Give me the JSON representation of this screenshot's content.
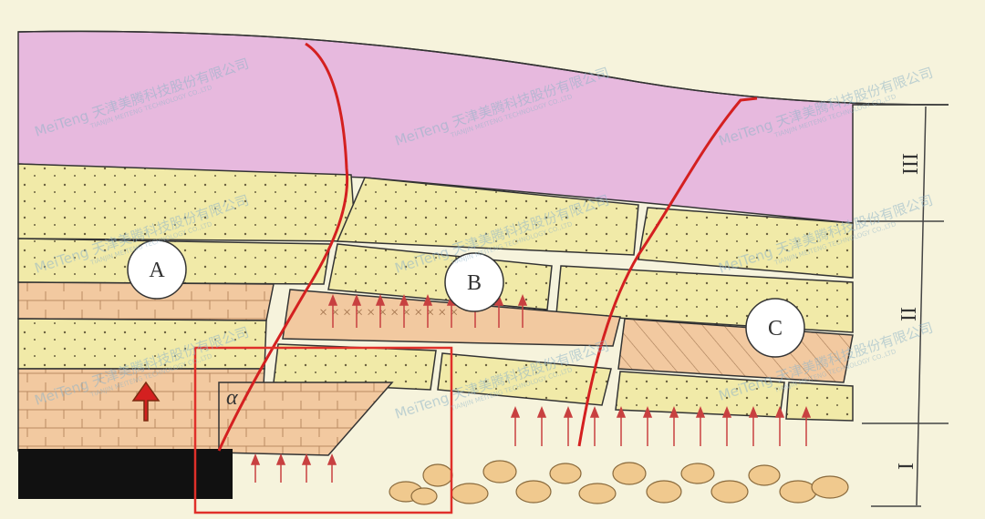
{
  "labels": {
    "a": "A",
    "b": "B",
    "c": "C",
    "angle": "α"
  },
  "zones": {
    "upper": "III",
    "middle": "II",
    "lower": "I"
  },
  "watermark": {
    "brand": "MeiTeng",
    "company": "天津美腾科技股份有限公司",
    "company_en": "TIANJIN MEITENG TECHNOLOGY CO.,LTD"
  },
  "colors": {
    "overburden": "#e7b9de",
    "sandstone": "#f1eaa8",
    "limestone": "#f2c9a0",
    "coal": "#111111",
    "fracture": "#d42020",
    "highlight_box": "#e0302a"
  }
}
